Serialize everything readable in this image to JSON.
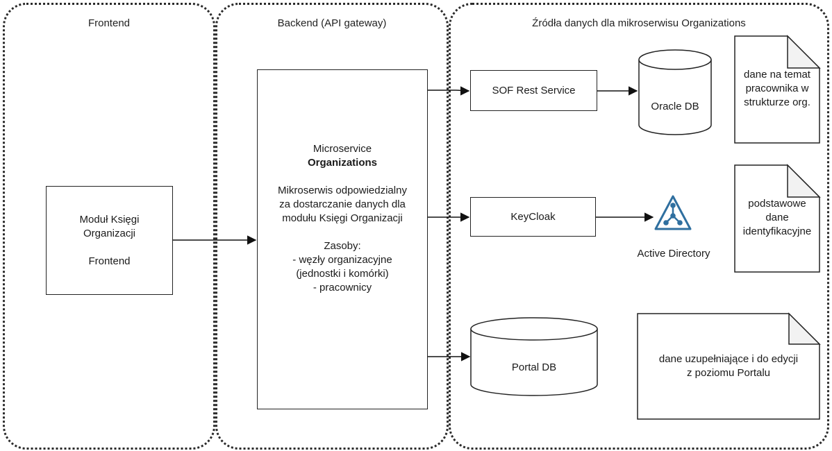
{
  "lanes": {
    "frontend": "Frontend",
    "backend": "Backend (API gateway)",
    "sources": "Źródła danych dla mikroserwisu Organizations"
  },
  "frontend_module": {
    "line1": "Moduł Księgi",
    "line2": "Organizacji",
    "line3": "Frontend"
  },
  "microservice": {
    "line1": "Microservice",
    "line2_bold": "Organizations",
    "desc1": "Mikroserwis odpowiedzialny",
    "desc2": "za dostarczanie danych dla",
    "desc3": "modułu Księgi Organizacji",
    "res_title": "Zasoby:",
    "res1": "- węzły organizacyjne",
    "res2": "(jednostki i komórki)",
    "res3": "- pracownicy"
  },
  "sof_service": "SOF Rest Service",
  "oracle_db": "Oracle DB",
  "keycloak": "KeyCloak",
  "active_directory": "Active Directory",
  "portal_db": "Portal DB",
  "notes": {
    "oracle": [
      "dane na temat",
      "pracownika w",
      "strukturze org."
    ],
    "ad": [
      "podstawowe",
      "dane",
      "identyfikacyjne"
    ],
    "portal": [
      "dane uzupełniające i do edycji",
      "z poziomu Portalu"
    ]
  },
  "colors": {
    "ad_icon": "#2f6f9f",
    "ad_icon_light": "#9ec5e0"
  }
}
